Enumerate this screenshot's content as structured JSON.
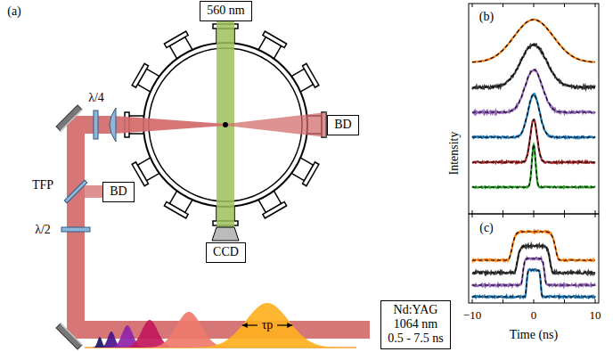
{
  "diagram": {
    "nodes": [
      {
        "text": [
          "560 nm"
        ]
      },
      {
        "text": [
          "BD"
        ]
      },
      {
        "text": [
          "BD"
        ]
      },
      {
        "text": [
          "CCD"
        ]
      },
      {
        "text": [
          "Nd:YAG",
          "1064 nm",
          "0.5 - 7.5 ns"
        ]
      }
    ],
    "labels": [
      "(a)",
      "λ/4",
      "TFP",
      "λ/2",
      "τp",
      "(b)",
      "(c)",
      "Intensity",
      "−10",
      "0",
      "10",
      "Time (ns)"
    ]
  }
}
